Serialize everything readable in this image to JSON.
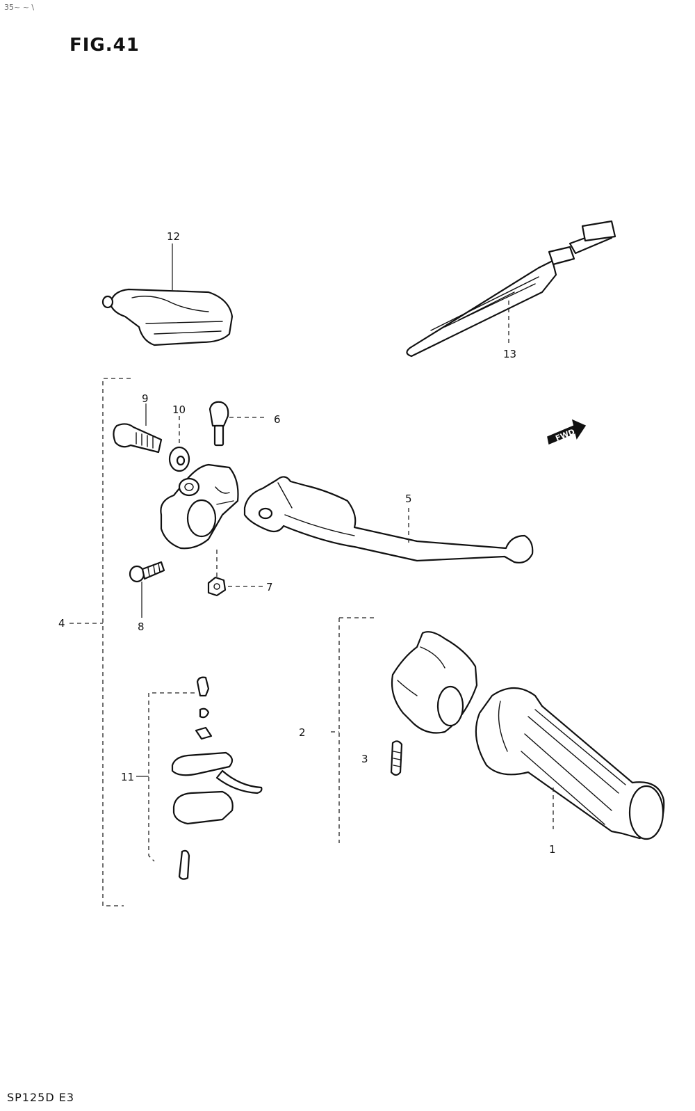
{
  "figure": {
    "title": "FIG.41",
    "model_code": "SP125D  E3",
    "scan_mark": "35~ ~ \\"
  },
  "direction_badge": {
    "label": "FWD",
    "icon": "forward-arrow-icon"
  },
  "callouts": {
    "c1": "1",
    "c2": "2",
    "c3": "3",
    "c4": "4",
    "c5": "5",
    "c6": "6",
    "c7": "7",
    "c8": "8",
    "c9": "9",
    "c10": "10",
    "c11": "11",
    "c12": "12",
    "c13": "13"
  }
}
